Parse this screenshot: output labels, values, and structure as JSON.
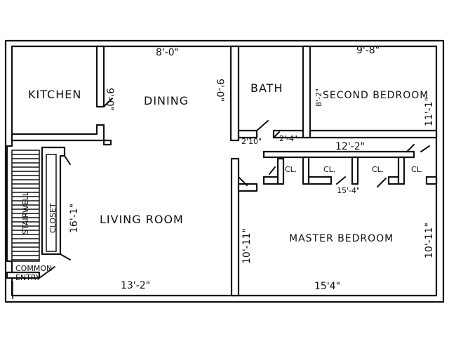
{
  "rooms": {
    "kitchen": "KITCHEN",
    "dining": "DINING",
    "bath": "BATH",
    "second_bedroom": "SECOND BEDROOM",
    "living_room": "LIVING ROOM",
    "master_bedroom": "MASTER BEDROOM",
    "closet": "CLOSET",
    "stairwell": "STAIRWELL",
    "common_entry_line1": "COMMON",
    "common_entry_line2": "ENTRY",
    "cl": "CL."
  },
  "dimensions": {
    "dining_width": "8'-0\"",
    "dining_left_depth": "9'-0\"",
    "dining_right_depth": "9'-0\"",
    "bath_width": "2'10\"",
    "bath_gap": "2'-4\"",
    "second_bedroom_width": "9'-8\"",
    "second_bedroom_left": "8'-2\"",
    "second_bedroom_right": "11'-1\"",
    "hall": "12'-2\"",
    "closet_span": "15'-4\"",
    "living_depth": "16'-1\"",
    "living_width": "13'-2\"",
    "master_left": "10'-11\"",
    "master_right": "10'-11\"",
    "master_width": "15'4\""
  }
}
